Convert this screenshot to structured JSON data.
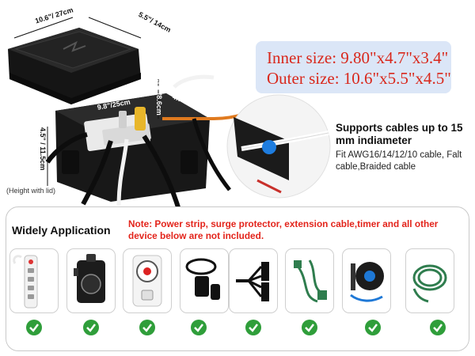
{
  "dimensions": {
    "lid_length": "10.6\"/ 27cm",
    "lid_width": "5.5\"/ 14cm",
    "inner_length": "9.8\"/25cm",
    "inner_width": "4.7\"/12cm",
    "inner_height": "3.4\"/8.6cm",
    "outer_height": "4.5\" / 11.5cm",
    "height_note": "(Height with lid)"
  },
  "size_callout": {
    "inner_size": "Inner size: 9.80\"x4.7\"x3.4\"",
    "outer_size": "Outer size: 10.6\"x5.5\"x4.5\""
  },
  "cable_support": {
    "title": "Supports cables up to 15 mm indiameter",
    "detail": "Fit AWG16/14/12/10 cable, Falt cable,Braided cable"
  },
  "application": {
    "heading": "Widely Application",
    "note": "Note: Power strip, surge protector, extension cable,timer and all other device below are not included.",
    "devices": [
      {
        "icon": "power-strip-icon"
      },
      {
        "icon": "outdoor-timer-icon"
      },
      {
        "icon": "mechanical-timer-icon"
      },
      {
        "icon": "remote-outlet-icon"
      },
      {
        "icon": "splitter-cord-icon"
      },
      {
        "icon": "green-extension-cords-icon"
      },
      {
        "icon": "cord-reel-icon"
      },
      {
        "icon": "green-cable-coil-icon"
      }
    ]
  },
  "colors": {
    "accent_red": "#e3241b",
    "callout_bg": "#dbe6f7",
    "check_green": "#2f9e3a",
    "box_black": "#1a1a1a"
  }
}
